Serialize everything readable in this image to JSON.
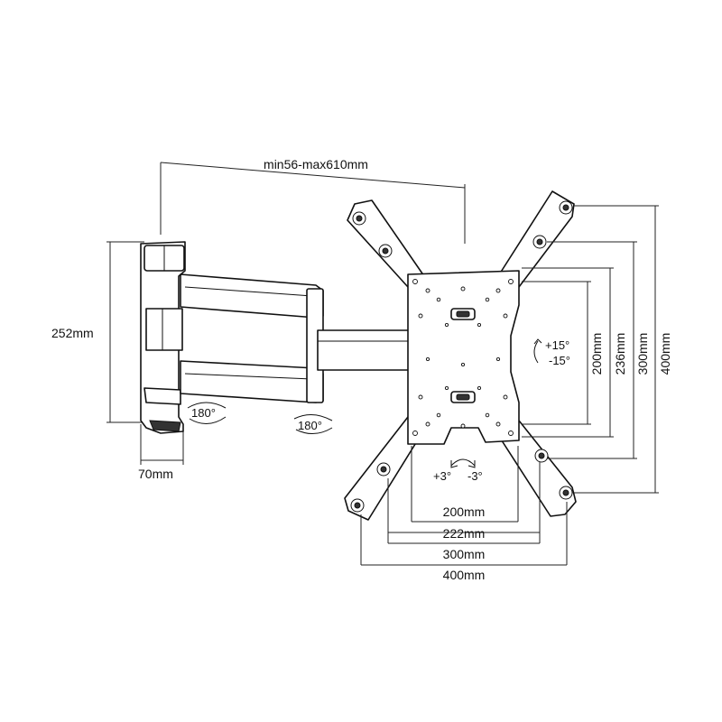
{
  "dimensions": {
    "arm_extension": "min56-max610mm",
    "wall_plate_height": "252mm",
    "wall_plate_depth": "70mm",
    "horizontal": [
      "200mm",
      "222mm",
      "300mm",
      "400mm"
    ],
    "vertical": [
      "200mm",
      "236mm",
      "300mm",
      "400mm"
    ]
  },
  "angles": {
    "swivel_wall": "180°",
    "swivel_arm": "180°",
    "tilt_up": "+15°",
    "tilt_down": "-15°",
    "rotate_plus": "+3°",
    "rotate_minus": "-3°"
  },
  "colors": {
    "line": "#111111",
    "background": "#ffffff"
  }
}
